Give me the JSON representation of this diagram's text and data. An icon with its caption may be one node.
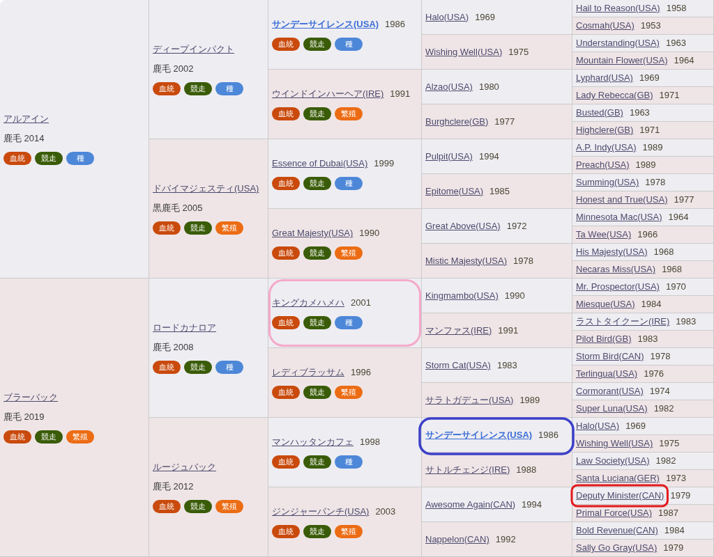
{
  "diagram": {
    "nodes": [
      {
        "text": [
          "アルアイン",
          "鹿毛 2014"
        ]
      },
      {
        "text": [
          "血統"
        ],
        "in": 0
      },
      {
        "text": [
          "競走"
        ],
        "in": 0
      },
      {
        "text": [
          "種"
        ],
        "in": 0
      },
      {
        "text": [
          "ディープインパクト",
          "鹿毛 2002"
        ]
      },
      {
        "text": [
          "血統"
        ],
        "in": 4
      },
      {
        "text": [
          "競走"
        ],
        "in": 4
      },
      {
        "text": [
          "種"
        ],
        "in": 4
      },
      {
        "text": [
          "サンデーサイレンス(USA)",
          "1986"
        ]
      },
      {
        "text": [
          "血統"
        ],
        "in": 8
      },
      {
        "text": [
          "競走"
        ],
        "in": 8
      },
      {
        "text": [
          "種"
        ],
        "in": 8
      },
      {
        "text": [
          "Halo(USA)",
          "1969"
        ]
      },
      {
        "text": [
          "Hail to Reason(USA)",
          "1958"
        ]
      },
      {
        "text": [
          "Cosmah(USA)",
          "1953"
        ]
      },
      {
        "text": [
          "Wishing Well(USA)",
          "1975"
        ]
      },
      {
        "text": [
          "Understanding(USA)",
          "1963"
        ]
      },
      {
        "text": [
          "Mountain Flower(USA)",
          "1964"
        ]
      },
      {
        "text": [
          "ウインドインハーヘア(IRE)",
          "1991"
        ]
      },
      {
        "text": [
          "血統"
        ],
        "in": 18
      },
      {
        "text": [
          "競走"
        ],
        "in": 18
      },
      {
        "text": [
          "繁殖"
        ],
        "in": 18
      },
      {
        "text": [
          "Alzao(USA)",
          "1980"
        ]
      },
      {
        "text": [
          "Lyphard(USA)",
          "1969"
        ]
      },
      {
        "text": [
          "Lady Rebecca(GB)",
          "1971"
        ]
      },
      {
        "text": [
          "Burghclere(GB)",
          "1977"
        ]
      },
      {
        "text": [
          "Busted(GB)",
          "1963"
        ]
      },
      {
        "text": [
          "Highclere(GB)",
          "1971"
        ]
      },
      {
        "text": [
          "ドバイマジェスティ(USA)",
          "黒鹿毛 2005"
        ]
      },
      {
        "text": [
          "血統"
        ],
        "in": 28
      },
      {
        "text": [
          "競走"
        ],
        "in": 28
      },
      {
        "text": [
          "繁殖"
        ],
        "in": 28
      },
      {
        "text": [
          "Essence of Dubai(USA)",
          "1999"
        ]
      },
      {
        "text": [
          "血統"
        ],
        "in": 32
      },
      {
        "text": [
          "競走"
        ],
        "in": 32
      },
      {
        "text": [
          "種"
        ],
        "in": 32
      },
      {
        "text": [
          "Pulpit(USA)",
          "1994"
        ]
      },
      {
        "text": [
          "A.P. Indy(USA)",
          "1989"
        ]
      },
      {
        "text": [
          "Preach(USA)",
          "1989"
        ]
      },
      {
        "text": [
          "Epitome(USA)",
          "1985"
        ]
      },
      {
        "text": [
          "Summing(USA)",
          "1978"
        ]
      },
      {
        "text": [
          "Honest and True(USA)",
          "1977"
        ]
      },
      {
        "text": [
          "Great Majesty(USA)",
          "1990"
        ]
      },
      {
        "text": [
          "血統"
        ],
        "in": 42
      },
      {
        "text": [
          "競走"
        ],
        "in": 42
      },
      {
        "text": [
          "繁殖"
        ],
        "in": 42
      },
      {
        "text": [
          "Great Above(USA)",
          "1972"
        ]
      },
      {
        "text": [
          "Minnesota Mac(USA)",
          "1964"
        ]
      },
      {
        "text": [
          "Ta Wee(USA)",
          "1966"
        ]
      },
      {
        "text": [
          "Mistic Majesty(USA)",
          "1978"
        ]
      },
      {
        "text": [
          "His Majesty(USA)",
          "1968"
        ]
      },
      {
        "text": [
          "Necaras Miss(USA)",
          "1968"
        ]
      },
      {
        "text": [
          "ブラーバック",
          "鹿毛 2019"
        ]
      },
      {
        "text": [
          "血統"
        ],
        "in": 52
      },
      {
        "text": [
          "競走"
        ],
        "in": 52
      },
      {
        "text": [
          "繁殖"
        ],
        "in": 52
      },
      {
        "text": [
          "ロードカナロア",
          "鹿毛 2008"
        ]
      },
      {
        "text": [
          "血統"
        ],
        "in": 56
      },
      {
        "text": [
          "競走"
        ],
        "in": 56
      },
      {
        "text": [
          "種"
        ],
        "in": 56
      },
      {
        "text": [
          "キングカメハメハ",
          "2001"
        ]
      },
      {
        "text": [
          "血統"
        ],
        "in": 60
      },
      {
        "text": [
          "競走"
        ],
        "in": 60
      },
      {
        "text": [
          "種"
        ],
        "in": 60
      },
      {
        "text": [
          "Kingmambo(USA)",
          "1990"
        ]
      },
      {
        "text": [
          "Mr. Prospector(USA)",
          "1970"
        ]
      },
      {
        "text": [
          "Miesque(USA)",
          "1984"
        ]
      },
      {
        "text": [
          "マンファス(IRE)",
          "1991"
        ]
      },
      {
        "text": [
          "ラストタイクーン(IRE)",
          "1983"
        ]
      },
      {
        "text": [
          "Pilot Bird(GB)",
          "1983"
        ]
      },
      {
        "text": [
          "レディブラッサム",
          "1996"
        ]
      },
      {
        "text": [
          "血統"
        ],
        "in": 70
      },
      {
        "text": [
          "競走"
        ],
        "in": 70
      },
      {
        "text": [
          "繁殖"
        ],
        "in": 70
      },
      {
        "text": [
          "Storm Cat(USA)",
          "1983"
        ]
      },
      {
        "text": [
          "Storm Bird(CAN)",
          "1978"
        ]
      },
      {
        "text": [
          "Terlingua(USA)",
          "1976"
        ]
      },
      {
        "text": [
          "サラトガデュー(USA)",
          "1989"
        ]
      },
      {
        "text": [
          "Cormorant(USA)",
          "1974"
        ]
      },
      {
        "text": [
          "Super Luna(USA)",
          "1982"
        ]
      },
      {
        "text": [
          "ルージュバック",
          "鹿毛 2012"
        ]
      },
      {
        "text": [
          "血統"
        ],
        "in": 80
      },
      {
        "text": [
          "競走"
        ],
        "in": 80
      },
      {
        "text": [
          "繁殖"
        ],
        "in": 80
      },
      {
        "text": [
          "マンハッタンカフェ",
          "1998"
        ]
      },
      {
        "text": [
          "血統"
        ],
        "in": 84
      },
      {
        "text": [
          "競走"
        ],
        "in": 84
      },
      {
        "text": [
          "種"
        ],
        "in": 84
      },
      {
        "text": [
          "サンデーサイレンス(USA)",
          "1986"
        ]
      },
      {
        "text": [
          "Halo(USA)",
          "1969"
        ]
      },
      {
        "text": [
          "Wishing Well(USA)",
          "1975"
        ]
      },
      {
        "text": [
          "サトルチェンジ(IRE)",
          "1988"
        ]
      },
      {
        "text": [
          "Law Society(USA)",
          "1982"
        ]
      },
      {
        "text": [
          "Santa Luciana(GER)",
          "1973"
        ]
      },
      {
        "text": [
          "ジンジャーパンチ(USA)",
          "2003"
        ]
      },
      {
        "text": [
          "血統"
        ],
        "in": 94
      },
      {
        "text": [
          "競走"
        ],
        "in": 94
      },
      {
        "text": [
          "繁殖"
        ],
        "in": 94
      },
      {
        "text": [
          "Awesome Again(CAN)",
          "1994"
        ]
      },
      {
        "text": [
          "Deputy Minister(CAN)",
          "1979"
        ]
      },
      {
        "text": [
          "Primal Force(USA)",
          "1987"
        ]
      },
      {
        "text": [
          "Nappelon(CAN)",
          "1992"
        ]
      },
      {
        "text": [
          "Bold Revenue(CAN)",
          "1984"
        ]
      },
      {
        "text": [
          "Sally Go Gray(USA)",
          "1979"
        ]
      }
    ]
  }
}
